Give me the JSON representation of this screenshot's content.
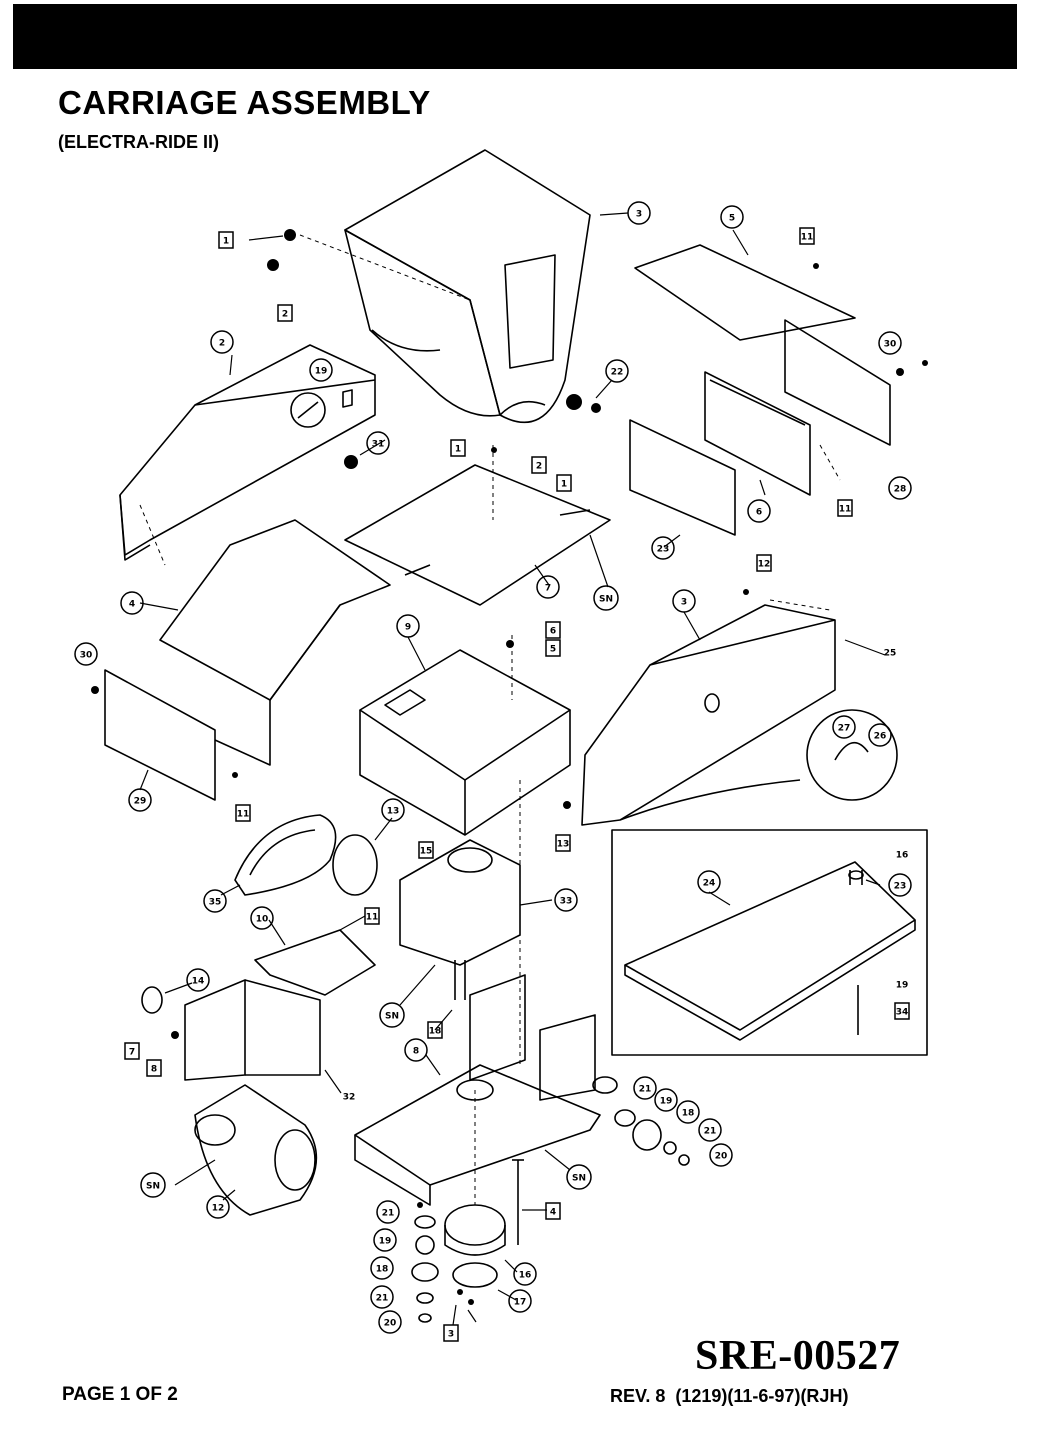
{
  "header": {
    "title": "CARRIAGE ASSEMBLY",
    "subtitle": "(ELECTRA-RIDE II)"
  },
  "callouts": {
    "c1": "1",
    "c2": "2",
    "c3": "3",
    "c4": "4",
    "c5": "5",
    "c6": "6",
    "c7": "7",
    "c8": "8",
    "c9": "9",
    "c10": "10",
    "c11": "11",
    "c12": "12",
    "c13": "13",
    "c14": "14",
    "c15": "15",
    "c16": "16",
    "c17": "17",
    "c18": "18",
    "c19": "19",
    "c20": "20",
    "c21": "21",
    "c22": "22",
    "c23": "23",
    "c24": "24",
    "c25": "25",
    "c26": "26",
    "c27": "27",
    "c28": "28",
    "c29": "29",
    "c30": "30",
    "c31": "31",
    "c32": "32",
    "c33": "33",
    "c34": "34",
    "c35": "35",
    "sn": "SN"
  },
  "footer": {
    "doc_number": "SRE-00527",
    "page": "PAGE 1 OF 2",
    "revision": "REV. 8  (1219)(11-6-97)(RJH)"
  }
}
